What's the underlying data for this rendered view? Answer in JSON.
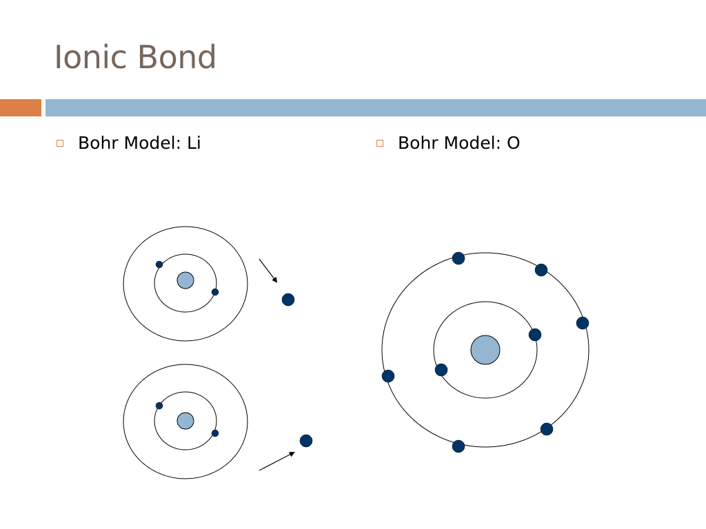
{
  "title": "Ionic Bond",
  "colors": {
    "title": "#76665b",
    "accent_orange": "#dd8047",
    "accent_blue": "#94b6d2",
    "bullet_box": "#dd8047",
    "nucleus": "#94b6d2",
    "electron": "#003366",
    "orbit": "#000000"
  },
  "bullets": [
    {
      "label": "Bohr Model: Li"
    },
    {
      "label": "Bohr Model: O"
    }
  ]
}
